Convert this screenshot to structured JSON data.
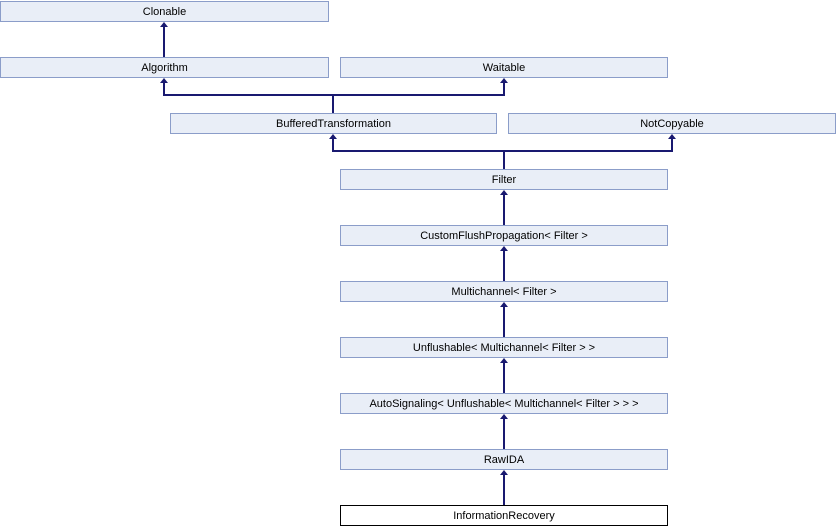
{
  "diagram": {
    "type": "class-inheritance-diagram",
    "colors": {
      "node_fill": "#e9eef7",
      "node_border": "#8b9dc9",
      "edge": "#191970",
      "text": "#000000",
      "current_fill": "#ffffff",
      "current_border": "#000000"
    },
    "nodes": [
      {
        "label": "Clonable"
      },
      {
        "label": "Algorithm"
      },
      {
        "label": "Waitable"
      },
      {
        "label": "BufferedTransformation"
      },
      {
        "label": "NotCopyable"
      },
      {
        "label": "Filter"
      },
      {
        "label": "CustomFlushPropagation< Filter >"
      },
      {
        "label": "Multichannel< Filter >"
      },
      {
        "label": "Unflushable< Multichannel< Filter > >"
      },
      {
        "label": "AutoSignaling< Unflushable< Multichannel< Filter > > >"
      },
      {
        "label": "RawIDA"
      },
      {
        "label": "InformationRecovery",
        "current": true
      }
    ],
    "relations": [
      {
        "derived": "Algorithm",
        "base": "Clonable"
      },
      {
        "derived": "BufferedTransformation",
        "base": "Algorithm"
      },
      {
        "derived": "BufferedTransformation",
        "base": "Waitable"
      },
      {
        "derived": "Filter",
        "base": "BufferedTransformation"
      },
      {
        "derived": "Filter",
        "base": "NotCopyable"
      },
      {
        "derived": "CustomFlushPropagation< Filter >",
        "base": "Filter"
      },
      {
        "derived": "Multichannel< Filter >",
        "base": "CustomFlushPropagation< Filter >"
      },
      {
        "derived": "Unflushable< Multichannel< Filter > >",
        "base": "Multichannel< Filter >"
      },
      {
        "derived": "AutoSignaling< Unflushable< Multichannel< Filter > > >",
        "base": "Unflushable< Multichannel< Filter > >"
      },
      {
        "derived": "RawIDA",
        "base": "AutoSignaling< Unflushable< Multichannel< Filter > > >"
      },
      {
        "derived": "InformationRecovery",
        "base": "RawIDA"
      }
    ]
  }
}
